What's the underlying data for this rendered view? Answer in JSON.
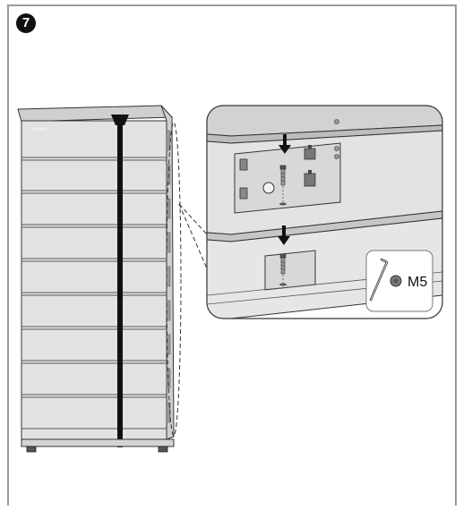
{
  "step": {
    "number": "7"
  },
  "diagram": {
    "brand_text": "Dyness",
    "screw_label": "M5"
  },
  "icons": {
    "tool": "hex-key-icon",
    "screw": "screw-head-icon",
    "arrow": "arrow-down-icon"
  },
  "colors": {
    "outline": "#333333",
    "panel": "#e0e0e0",
    "frame": "#9a9a9a",
    "arrow": "#111111"
  }
}
